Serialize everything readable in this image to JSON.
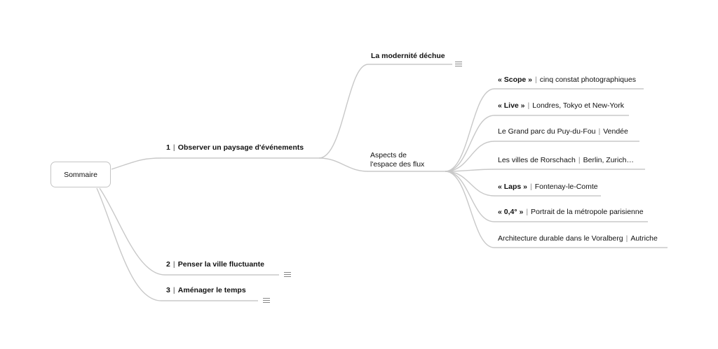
{
  "root": {
    "label": "Sommaire"
  },
  "branches": [
    {
      "num": "1",
      "label": "Observer un paysage d'événements",
      "children": [
        {
          "label": "La modernité déchue",
          "has_note": true
        },
        {
          "label_line1": "Aspects de",
          "label_line2": "l'espace des flux",
          "children": [
            {
              "bold": "« Scope »",
              "rest": "cinq constat photographiques"
            },
            {
              "bold": "« Live »",
              "rest": "Londres, Tokyo et New-York"
            },
            {
              "bold": "Le Grand parc du Puy-du-Fou",
              "rest": "Vendée"
            },
            {
              "bold": "Les villes de Rorschach",
              "rest": "Berlin, Zurich…"
            },
            {
              "bold": "« Laps »",
              "rest": "Fontenay-le-Comte"
            },
            {
              "bold": "« 0,4° »",
              "rest": "Portrait de la métropole parisienne"
            },
            {
              "bold": "Architecture durable dans le Voralberg",
              "rest": "Autriche"
            }
          ]
        }
      ]
    },
    {
      "num": "2",
      "label": "Penser la ville fluctuante",
      "has_note": true
    },
    {
      "num": "3",
      "label": "Aménager le temps",
      "has_note": true
    }
  ],
  "separator": "|",
  "colors": {
    "line": "#c8c8c8",
    "text": "#111111"
  }
}
